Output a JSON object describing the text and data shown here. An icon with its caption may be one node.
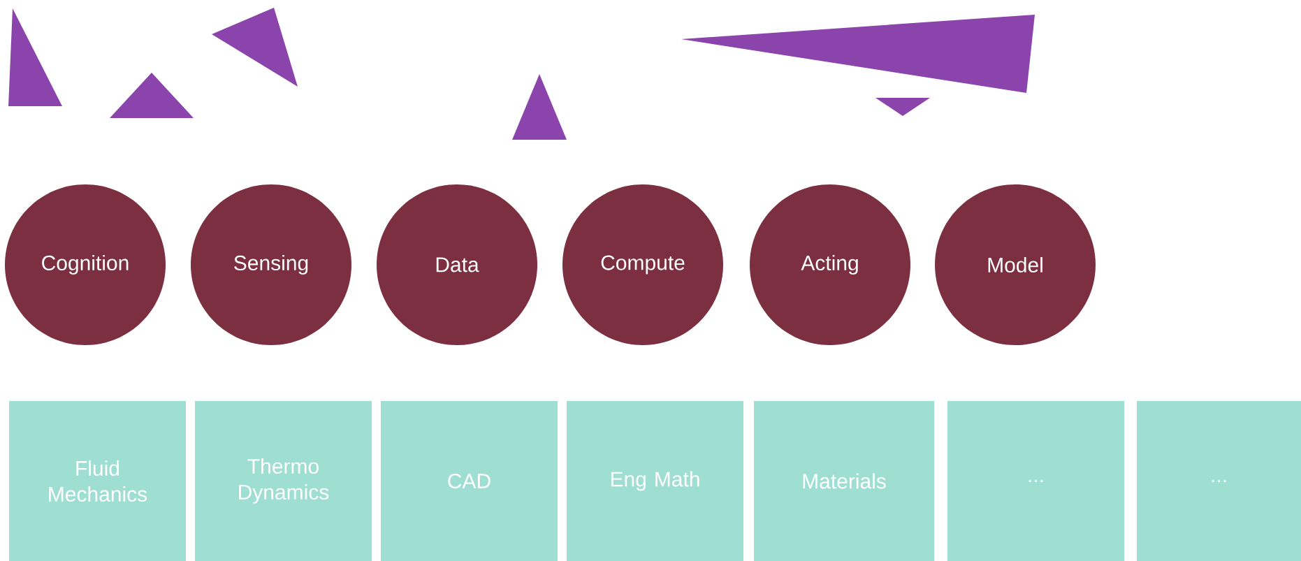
{
  "diagram": {
    "nodes": [
      {
        "text": [],
        "shape": "triangle"
      },
      {
        "text": [],
        "shape": "triangle"
      },
      {
        "text": [],
        "shape": "triangle"
      },
      {
        "text": [],
        "shape": "triangle"
      },
      {
        "text": [],
        "shape": "triangle"
      },
      {
        "text": [],
        "shape": "triangle"
      },
      {
        "text": [
          "Cognition"
        ]
      },
      {
        "text": [
          "Sensing"
        ]
      },
      {
        "text": [
          "Data"
        ]
      },
      {
        "text": [
          "Compute"
        ]
      },
      {
        "text": [
          "Acting"
        ]
      },
      {
        "text": [
          "Model"
        ]
      },
      {
        "text": [
          "Fluid Mechanics"
        ]
      },
      {
        "text": [
          "Thermo Dynamics"
        ]
      },
      {
        "text": [
          "CAD"
        ]
      },
      {
        "text": [
          "Eng Math"
        ]
      },
      {
        "text": [
          "Materials"
        ]
      },
      {
        "text": [
          "..."
        ]
      },
      {
        "text": [
          "..."
        ]
      }
    ]
  }
}
